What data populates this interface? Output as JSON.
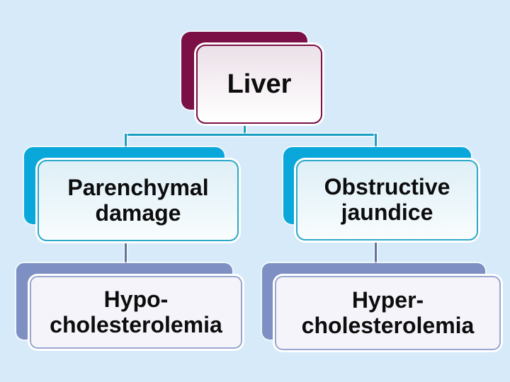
{
  "background_color": "#D7EAF9",
  "text_color": "#0D0D0D",
  "diagram": {
    "type": "hierarchy",
    "root": {
      "label": "Liver",
      "back_color": "#7A1045",
      "border_color": "#7A1045",
      "fill": "#EBE0E8"
    },
    "level2": [
      {
        "line1": "Parenchymal",
        "line2": "damage",
        "back_color": "#0AA8DA",
        "border_color": "#2EA9C9",
        "fill": "#DFF0F7"
      },
      {
        "line1": "Obstructive",
        "line2": "jaundice",
        "back_color": "#0AA8DA",
        "border_color": "#2EA9C9",
        "fill": "#DFF0F7"
      }
    ],
    "level3": [
      {
        "line1": "Hypo-",
        "line2": "cholesterolemia",
        "back_color": "#7E90C3",
        "border_color": "#99A7CF",
        "fill": "#F4F4FA"
      },
      {
        "line1": "Hyper-",
        "line2": "cholesterolemia",
        "back_color": "#7E90C3",
        "border_color": "#99A7CF",
        "fill": "#F4F4FA"
      }
    ],
    "connectors": {
      "root_to_level2_color": "#1C9FC0",
      "level2_to_level3_color": "#64749B"
    }
  }
}
